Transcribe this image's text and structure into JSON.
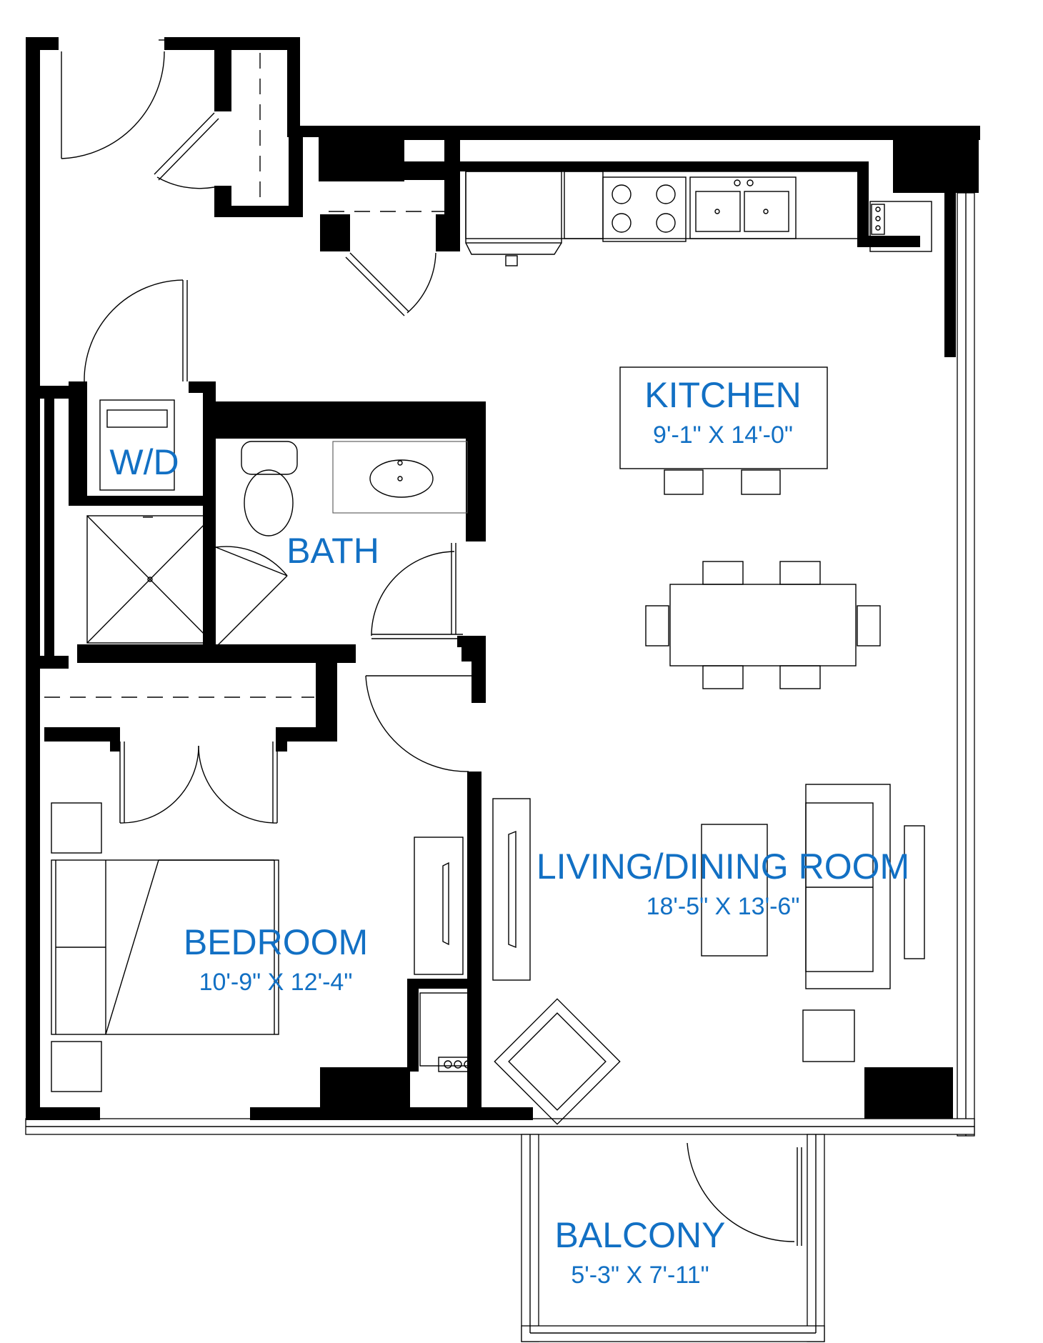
{
  "rooms": {
    "kitchen": {
      "name": "KITCHEN",
      "size": "9'-1\" X 14'-0\""
    },
    "wd": {
      "name": "W/D"
    },
    "bath": {
      "name": "BATH"
    },
    "living": {
      "name": "LIVING/DINING ROOM",
      "size": "18'-5\" X 13'-6\""
    },
    "bedroom": {
      "name": "BEDROOM",
      "size": "10'-9\" X 12'-4\""
    },
    "balcony": {
      "name": "BALCONY",
      "size": "5'-3\" X 7'-11\""
    }
  },
  "colors": {
    "label": "#1270c4",
    "wall": "#000000"
  }
}
